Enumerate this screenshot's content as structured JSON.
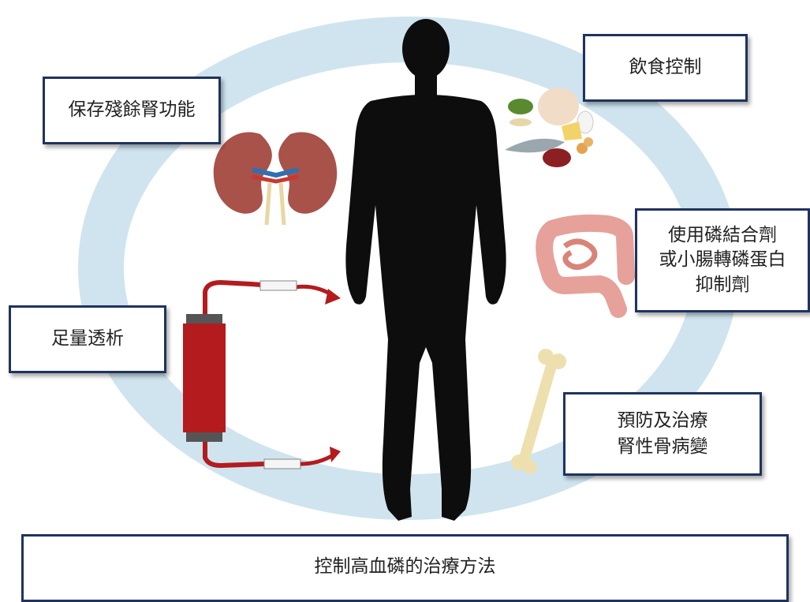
{
  "labels": {
    "kidney": "保存殘餘腎功能",
    "diet": "飲食控制",
    "binder": [
      "使用磷結合劑",
      "或小腸轉磷蛋白",
      "抑制劑"
    ],
    "dialysis": "足量透析",
    "bone": [
      "預防及治療",
      "腎性骨病變"
    ],
    "title": "控制高血磷的治療方法"
  },
  "colors": {
    "ring": "#cfe4ee",
    "box_border": "#1f3360",
    "silhouette": "#0d0d0d",
    "blood": "#b31b1f",
    "kidney": "#a8524a",
    "intestine": "#e6a19a",
    "bone": "#ede0ae"
  },
  "icons": [
    "kidney-icon",
    "food-icon",
    "intestine-icon",
    "bone-icon",
    "dialyzer-icon",
    "human-silhouette"
  ]
}
